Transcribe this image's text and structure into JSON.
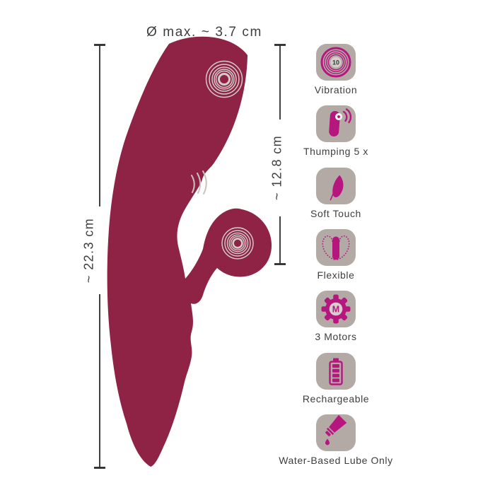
{
  "measurements": {
    "diameter": "Ø max. ~ 3.7 cm",
    "total_length": "~ 22.3 cm",
    "insertable_length": "~ 12.8 cm"
  },
  "features": [
    {
      "name": "vibration",
      "icon": "vibration-rings-icon",
      "label": "Vibration",
      "badge": "10"
    },
    {
      "name": "thumping",
      "icon": "thumping-vibe-icon",
      "label": "Thumping 5 x"
    },
    {
      "name": "soft-touch",
      "icon": "feather-icon",
      "label": "Soft Touch"
    },
    {
      "name": "flexible",
      "icon": "flexible-bend-icon",
      "label": "Flexible"
    },
    {
      "name": "motors",
      "icon": "motor-gear-icon",
      "label": "3 Motors",
      "letter": "M"
    },
    {
      "name": "rechargeable",
      "icon": "battery-icon",
      "label": "Rechargeable"
    },
    {
      "name": "lube",
      "icon": "lube-tube-drop-icon",
      "label": "Water-Based Lube Only"
    }
  ],
  "colors": {
    "product_body": "#8e2346",
    "accent_magenta": "#b5177e",
    "tile_background": "#b3aaa6",
    "text": "#3f3e3e",
    "measure_line": "#2e2c2b",
    "ring_decor": "#d2ccc8"
  }
}
